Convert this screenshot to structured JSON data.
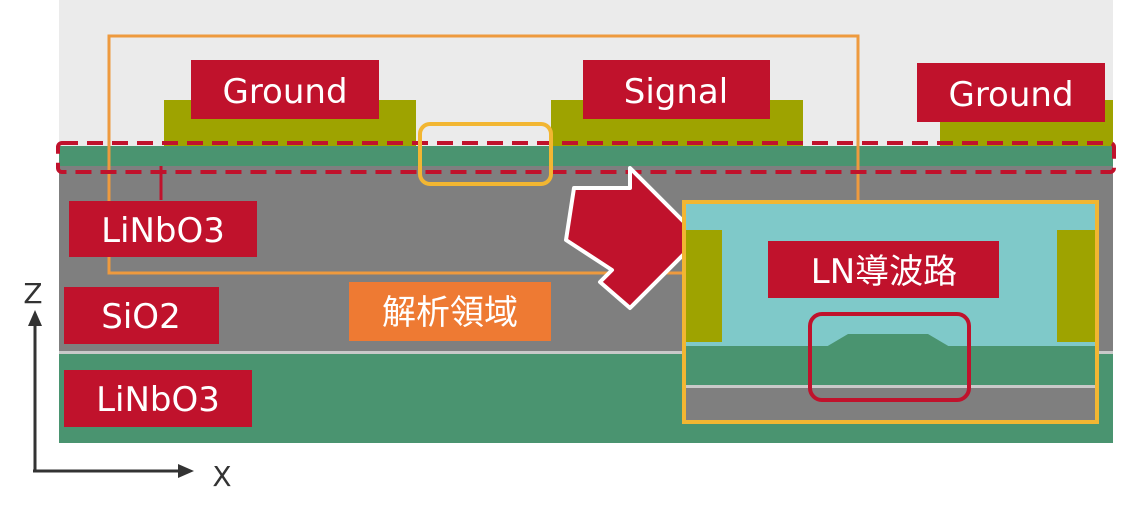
{
  "labels": {
    "ground_left": "Ground",
    "signal": "Signal",
    "ground_right": "Ground",
    "linbo3_thin": "LiNbO3",
    "sio2": "SiO2",
    "linbo3_substrate": "LiNbO3",
    "analysis_region": "解析領域",
    "ln_waveguide": "LN導波路"
  },
  "axes": {
    "z": "Z",
    "x": "X"
  },
  "colors": {
    "background_top": "#ebebeb",
    "sio2": "#7f7f7f",
    "linbo3": "#4a9470",
    "electrode": "#9ea300",
    "label_box": "#c0122c",
    "analysis_box": "#ee7a33",
    "highlight_yellow": "#f2b632",
    "inset_cladding": "#7fc9c9",
    "dashed_outline": "#c0122c"
  }
}
